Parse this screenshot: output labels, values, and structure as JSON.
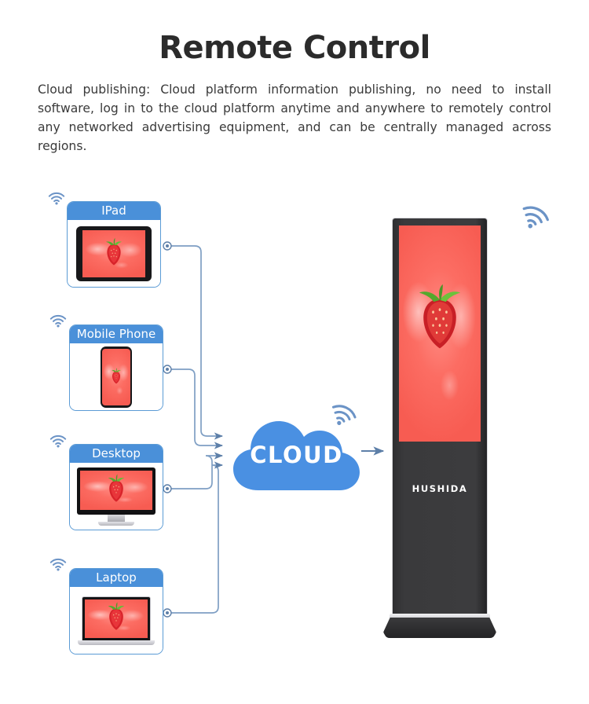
{
  "header": {
    "title": "Remote Control",
    "description": "Cloud publishing: Cloud platform information publishing, no need to install software, log in to the cloud platform anytime and anywhere to remotely control any networked advertising equipment, and can be centrally managed across regions."
  },
  "colors": {
    "card_border": "#5b9bd5",
    "card_header": "#4a90d9",
    "cloud_fill": "#4a90e2",
    "wifi_stroke": "#5b8fc9",
    "wire_stroke": "#5d7fa8",
    "screen_coral": "#fc6d63",
    "kiosk_body": "#3a3a3c",
    "title_text": "#2b2b2b"
  },
  "diagram": {
    "devices": [
      {
        "label": "IPad",
        "wifi_icon": "wifi-signal-icon",
        "device_icon": "tablet-icon",
        "screen_content": "strawberry-splash-image"
      },
      {
        "label": "Mobile Phone",
        "wifi_icon": "wifi-signal-icon",
        "device_icon": "phone-icon",
        "screen_content": "strawberry-splash-image"
      },
      {
        "label": "Desktop",
        "wifi_icon": "wifi-signal-icon",
        "device_icon": "monitor-icon",
        "screen_content": "strawberry-splash-image"
      },
      {
        "label": "Laptop",
        "wifi_icon": "wifi-signal-icon",
        "device_icon": "laptop-icon",
        "screen_content": "strawberry-splash-image"
      }
    ],
    "cloud": {
      "label": "CLOUD",
      "wifi_icon": "wifi-signal-icon"
    },
    "kiosk": {
      "brand": "HUSHIDA",
      "wifi_icon": "wifi-signal-icon",
      "screen_content": "strawberry-splash-image"
    },
    "connector_count": 4,
    "output_arrow": "arrow-right-icon"
  }
}
